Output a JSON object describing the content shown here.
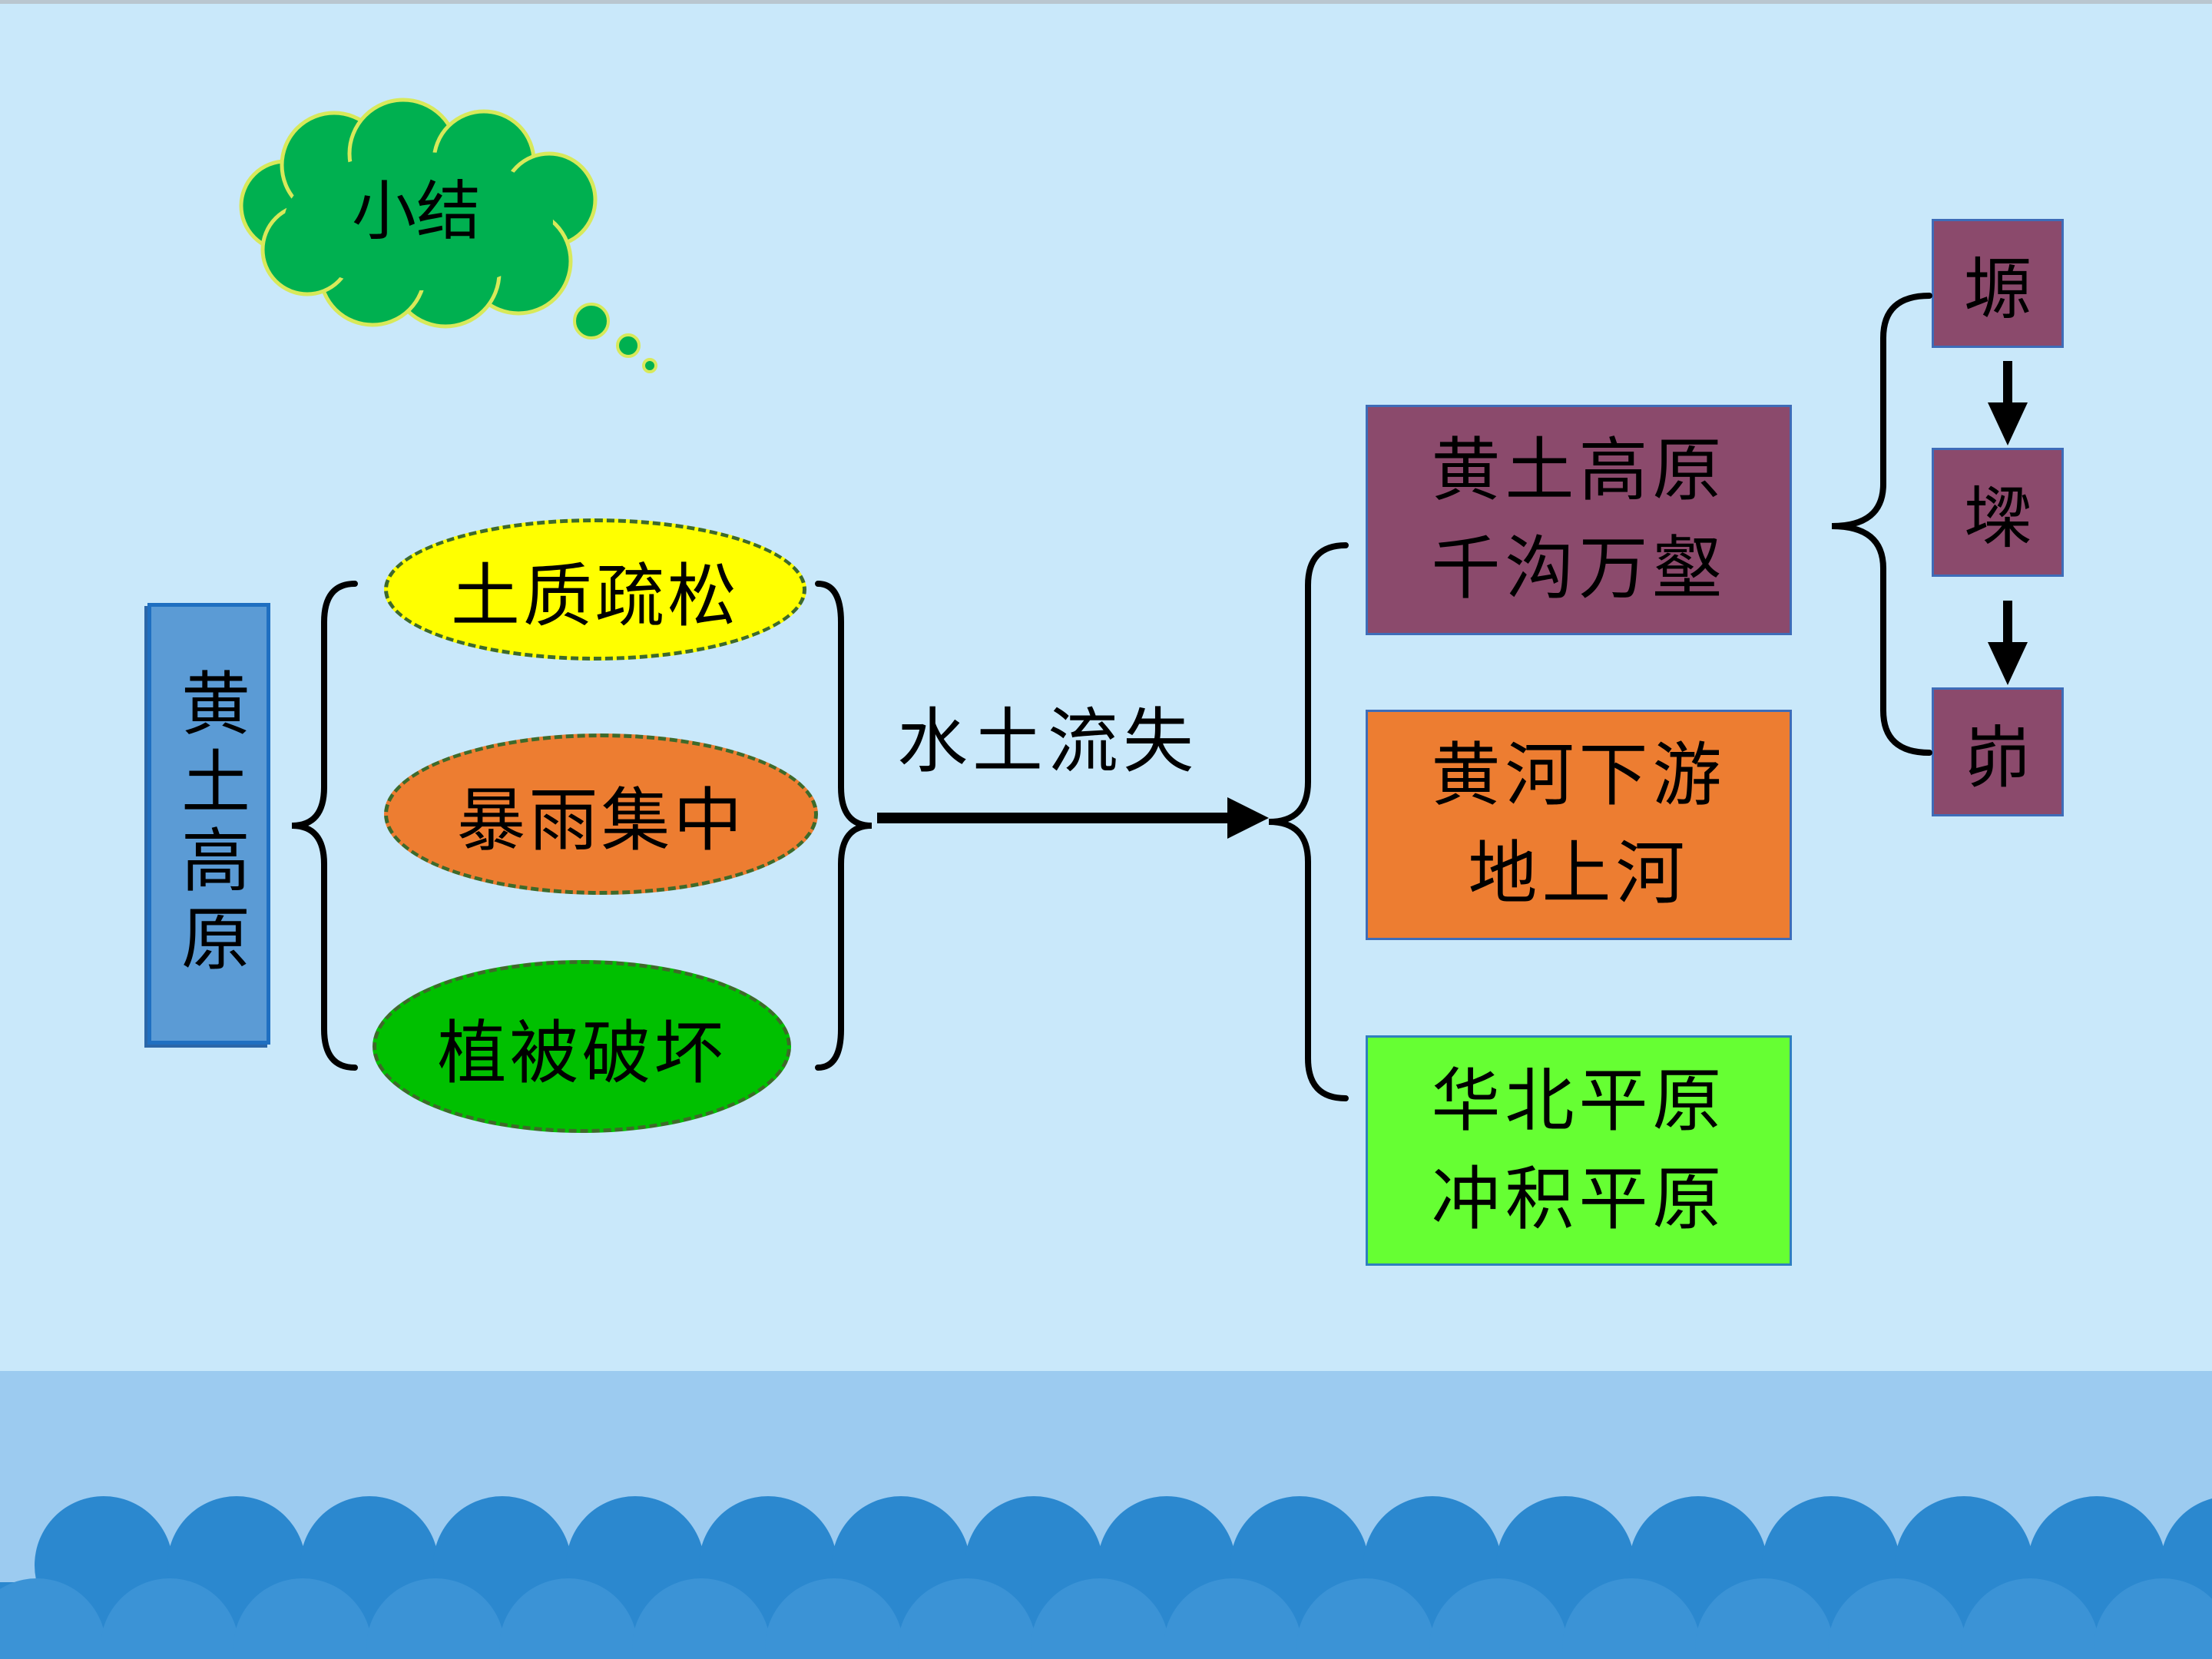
{
  "summary": {
    "label": "小结"
  },
  "subject": {
    "label": "黄土高原"
  },
  "causes": [
    "土质疏松",
    "暴雨集中",
    "植被破坏"
  ],
  "process": {
    "label": "水土流失"
  },
  "effects": [
    {
      "line1": "黄土高原",
      "line2": "千沟万壑"
    },
    {
      "line1": "黄河下游",
      "line2": "地上河"
    },
    {
      "line1": "华北平原",
      "line2": "冲积平原"
    }
  ],
  "landforms": [
    "塬",
    "墚",
    "峁"
  ],
  "colors": {
    "background": "#c9e8fa",
    "cloud": "#00b050",
    "subject_box": "#5b9bd5",
    "cause_1": "#ffff00",
    "cause_2": "#ed7d31",
    "cause_3": "#00c000",
    "effect_1": "#8b4a6c",
    "effect_2": "#ed7d31",
    "effect_3": "#66ff33",
    "wave": "#2b88cf"
  }
}
